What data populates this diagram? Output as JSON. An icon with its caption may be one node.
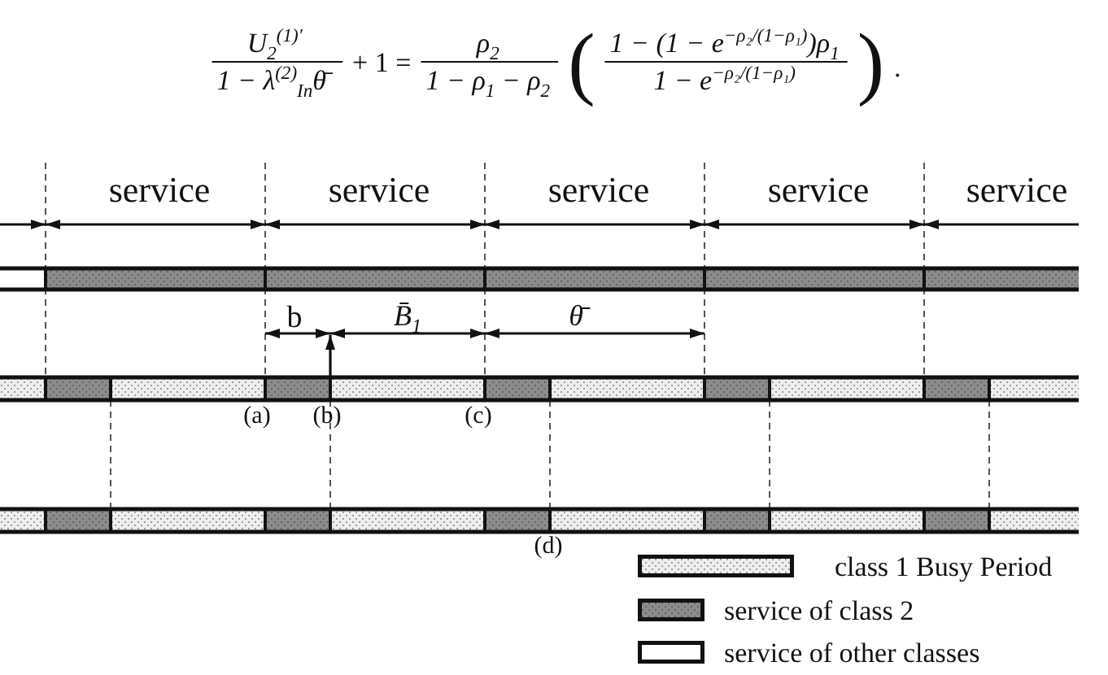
{
  "diagram": {
    "labels": [
      "U$_{2}$$^{(1)′}$",
      "1 − λ$^{(2)}$$_{In}$θ̄",
      "+ 1 =",
      "ρ$_{2}$",
      "1 − ρ$_{1}$ − ρ$_{2}$",
      "(",
      "1 − (1 − e$^{−ρ₂/(1−ρ₁)}$)ρ$_{1}$",
      "1 − e$^{−ρ₂/(1−ρ₁)}$",
      ")",
      ".",
      "service",
      "service",
      "service",
      "service",
      "service",
      "b",
      "B̄$_{1}$",
      "θ̄",
      "(a)",
      "(b)",
      "(c)",
      "(d)"
    ],
    "legend": [
      {
        "text": "class 1 Busy Period",
        "color": "#eeeeee"
      },
      {
        "text": "service of class 2",
        "color": "#8c8c8c"
      },
      {
        "text": "service of other classes"
      }
    ]
  }
}
